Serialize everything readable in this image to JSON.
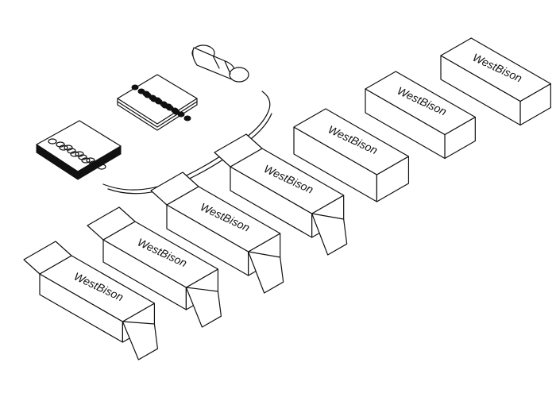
{
  "diagram": {
    "brand_text": "WestBison",
    "stages": [
      {
        "id": "blister-tray",
        "label": ""
      },
      {
        "id": "blister-stack",
        "label": ""
      },
      {
        "id": "bottle",
        "label": ""
      },
      {
        "id": "carton-1"
      },
      {
        "id": "carton-2"
      },
      {
        "id": "carton-3"
      },
      {
        "id": "carton-4"
      },
      {
        "id": "carton-5"
      },
      {
        "id": "carton-6"
      },
      {
        "id": "carton-7"
      }
    ],
    "colors": {
      "line": "#111111",
      "background": "#ffffff",
      "tray_dark": "#111111"
    }
  }
}
